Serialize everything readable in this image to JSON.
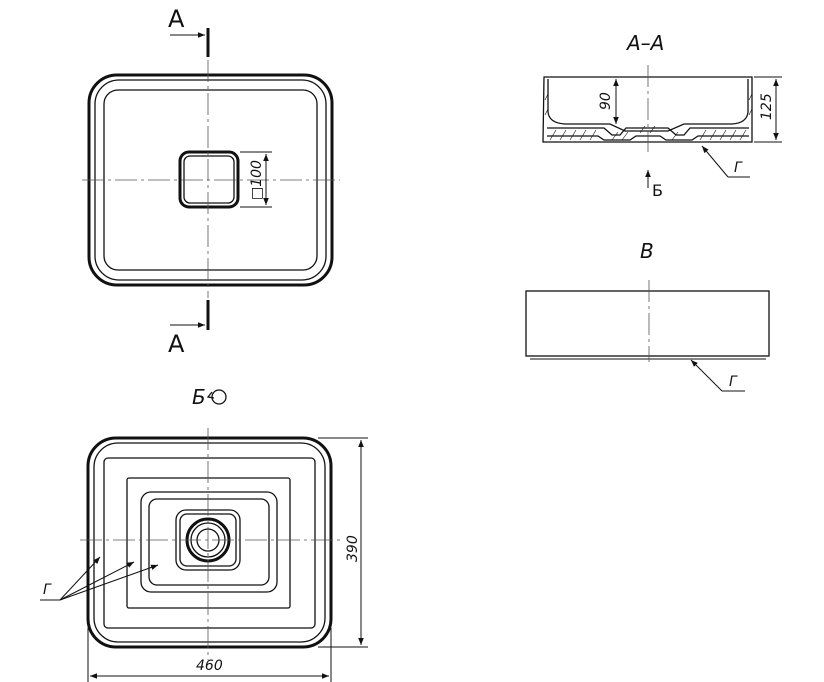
{
  "section_label": "A",
  "section_title": "A–A",
  "view_b_arrow_label": "Б",
  "view_b_title": "Б",
  "view_v_title": "В",
  "detail_label": "Г",
  "dims": {
    "drain_square": "□100",
    "depth_inner": "90",
    "height_total": "125",
    "depth_390": "390",
    "width_460": "460"
  }
}
